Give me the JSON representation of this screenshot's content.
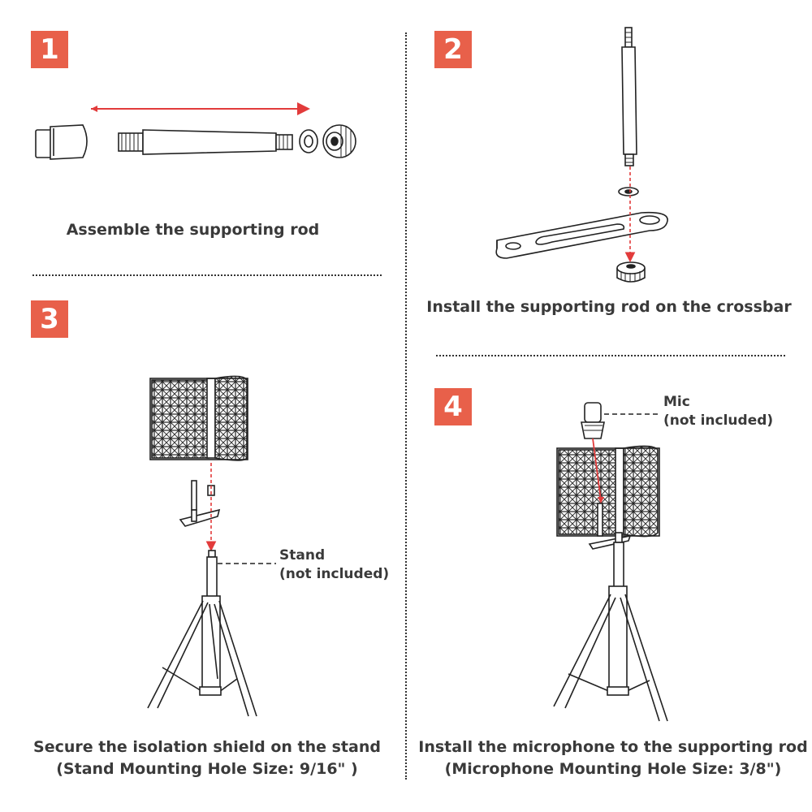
{
  "steps": [
    {
      "number": "1",
      "caption": "Assemble the supporting rod"
    },
    {
      "number": "2",
      "caption": "Install the supporting rod on the crossbar"
    },
    {
      "number": "3",
      "caption_line1": "Secure the isolation shield on the stand",
      "caption_line2": "(Stand Mounting Hole Size: 9/16\" )",
      "callout_line1": "Stand",
      "callout_line2": "(not included)"
    },
    {
      "number": "4",
      "caption_line1": "Install the microphone to the supporting rod",
      "caption_line2": "(Microphone Mounting Hole Size: 3/8\")",
      "callout_line1": "Mic",
      "callout_line2": "(not included)"
    }
  ],
  "colors": {
    "accent": "#e8604a",
    "arrow": "#e23b3b",
    "line": "#222222"
  }
}
